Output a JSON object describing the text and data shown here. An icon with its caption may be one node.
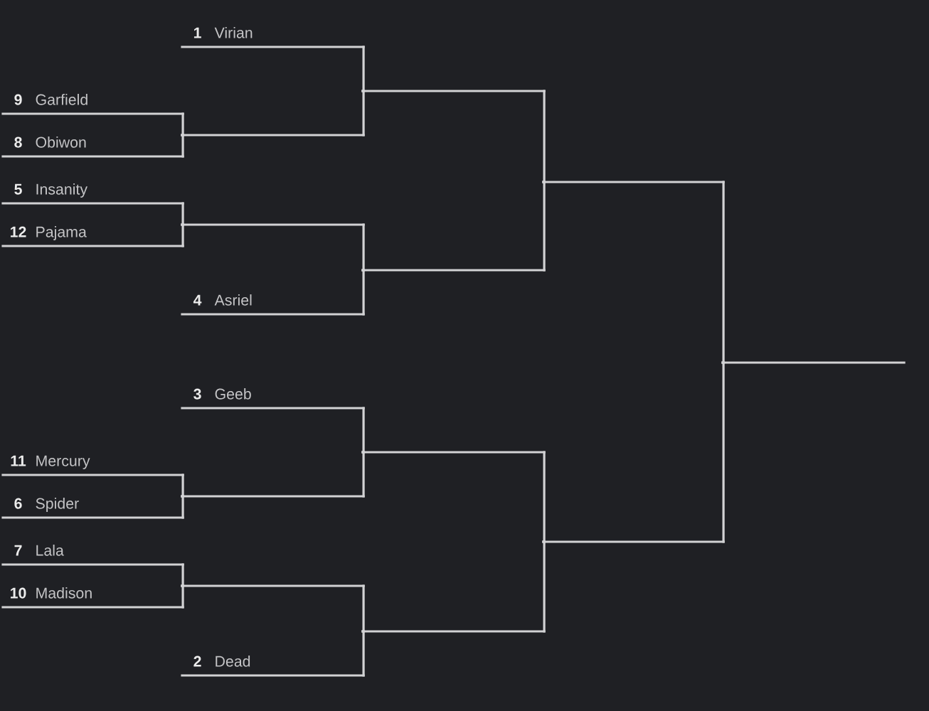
{
  "diagram": {
    "nodes": [
      {
        "text": [
          "1",
          "Virian"
        ]
      },
      {
        "text": [
          "9",
          "Garfield"
        ]
      },
      {
        "text": [
          "8",
          "Obiwon"
        ]
      },
      {
        "text": [
          "5",
          "Insanity"
        ]
      },
      {
        "text": [
          "12",
          "Pajama"
        ]
      },
      {
        "text": [
          "4",
          "Asriel"
        ]
      },
      {
        "text": [
          "3",
          "Geeb"
        ]
      },
      {
        "text": [
          "11",
          "Mercury"
        ]
      },
      {
        "text": [
          "6",
          "Spider"
        ]
      },
      {
        "text": [
          "7",
          "Lala"
        ]
      },
      {
        "text": [
          "10",
          "Madison"
        ]
      },
      {
        "text": [
          "2",
          "Dead"
        ]
      },
      {
        "text": [],
        "shape": "line"
      },
      {
        "text": [],
        "shape": "line"
      },
      {
        "text": [],
        "shape": "line"
      },
      {
        "text": [],
        "shape": "line"
      },
      {
        "text": [],
        "shape": "line"
      },
      {
        "text": [],
        "shape": "line"
      },
      {
        "text": [],
        "shape": "line"
      },
      {
        "text": [],
        "shape": "line"
      },
      {
        "text": [],
        "shape": "line"
      },
      {
        "text": [],
        "shape": "line"
      },
      {
        "text": [],
        "shape": "line"
      }
    ],
    "edges": [
      {
        "from": 1,
        "to": 12,
        "arrow": "none"
      },
      {
        "from": 2,
        "to": 12,
        "arrow": "none"
      },
      {
        "from": 3,
        "to": 13,
        "arrow": "none"
      },
      {
        "from": 4,
        "to": 13,
        "arrow": "none"
      },
      {
        "from": 7,
        "to": 14,
        "arrow": "none"
      },
      {
        "from": 8,
        "to": 14,
        "arrow": "none"
      },
      {
        "from": 9,
        "to": 15,
        "arrow": "none"
      },
      {
        "from": 10,
        "to": 15,
        "arrow": "none"
      },
      {
        "from": 0,
        "to": 16,
        "arrow": "none"
      },
      {
        "from": 12,
        "to": 16,
        "arrow": "none"
      },
      {
        "from": 13,
        "to": 17,
        "arrow": "none"
      },
      {
        "from": 5,
        "to": 17,
        "arrow": "none"
      },
      {
        "from": 6,
        "to": 18,
        "arrow": "none"
      },
      {
        "from": 14,
        "to": 18,
        "arrow": "none"
      },
      {
        "from": 15,
        "to": 19,
        "arrow": "none"
      },
      {
        "from": 11,
        "to": 19,
        "arrow": "none"
      },
      {
        "from": 16,
        "to": 20,
        "arrow": "none"
      },
      {
        "from": 17,
        "to": 20,
        "arrow": "none"
      },
      {
        "from": 18,
        "to": 21,
        "arrow": "none"
      },
      {
        "from": 19,
        "to": 21,
        "arrow": "none"
      },
      {
        "from": 20,
        "to": 22,
        "arrow": "none"
      },
      {
        "from": 21,
        "to": 22,
        "arrow": "none"
      }
    ]
  }
}
